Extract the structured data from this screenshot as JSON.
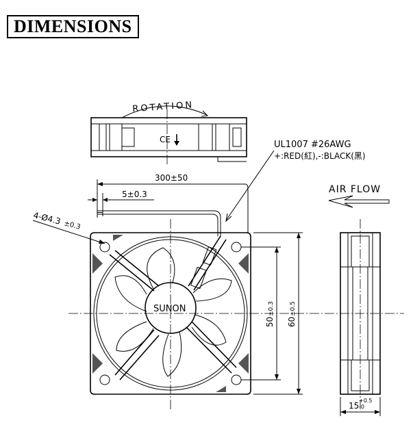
{
  "title": "DIMENSIONS",
  "labels": {
    "rotation": "ROTATION",
    "cable_spec": "UL1007  #26AWG",
    "cable_colors": "+:RED(紅),-:BLACK(黑)",
    "air_flow": "AIR FLOW",
    "brand": "SUNON",
    "ce_mark": "CE"
  },
  "dimensions": {
    "lead_length": "300±50",
    "strip_length": "5±0.3",
    "hole_spec_main": "4-Ø4.3",
    "hole_spec_tol": "±0.3",
    "hole_pitch": "50",
    "hole_pitch_tol": "±0.3",
    "frame_size": "60",
    "frame_size_tol": "±0.5",
    "thickness": "15",
    "thickness_tol_upper": "+0.5",
    "thickness_tol_lower": "-0"
  }
}
